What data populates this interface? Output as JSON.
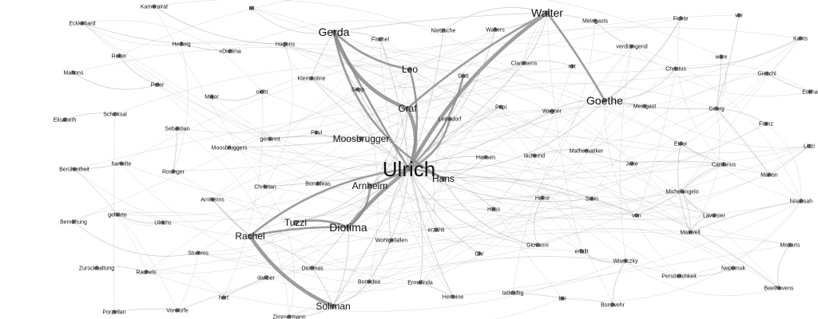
{
  "colors": {
    "background": "#ffffff",
    "edge_light": "#b8b8b8",
    "edge_heavy": "#8c8c8c",
    "node": "#777777",
    "label": "#111111"
  },
  "nodes": [
    {
      "id": "ulrich",
      "label": "Ulrich",
      "rank": 6
    },
    {
      "id": "walter",
      "label": "Walter",
      "rank": 3
    },
    {
      "id": "gerda",
      "label": "Gerda",
      "rank": 3
    },
    {
      "id": "goethe",
      "label": "Goethe",
      "rank": 3
    },
    {
      "id": "diotima",
      "label": "Diotima",
      "rank": 3
    },
    {
      "id": "rachel",
      "label": "Rachel",
      "rank": 2
    },
    {
      "id": "moosbrugger",
      "label": "Moosbrugger",
      "rank": 2
    },
    {
      "id": "graf",
      "label": "Graf",
      "rank": 2
    },
    {
      "id": "hans",
      "label": "Hans",
      "rank": 2
    },
    {
      "id": "arnheim",
      "label": "Arnheim",
      "rank": 2
    },
    {
      "id": "tuzzi",
      "label": "Tuzzi",
      "rank": 2
    },
    {
      "id": "soliman",
      "label": "Soliman",
      "rank": 2
    },
    {
      "id": "leo",
      "label": "Leo",
      "rank": 2
    },
    {
      "id": "eckkehard",
      "label": "Eckkehard",
      "rank": 0
    },
    {
      "id": "kamerairat",
      "label": "Kamerairat",
      "rank": 0
    },
    {
      "id": "ist",
      "label": "ist",
      "rank": 0
    },
    {
      "id": "meingasts",
      "label": "Meingasts",
      "rank": 0
    },
    {
      "id": "fichte",
      "label": "Fichte",
      "rank": 0
    },
    {
      "id": "vor",
      "label": "vor",
      "rank": 0
    },
    {
      "id": "hedwig",
      "label": "Hedwig",
      "rank": 0
    },
    {
      "id": "hagens",
      "label": "Hagens",
      "rank": 0
    },
    {
      "id": "fischel",
      "label": "Fischel",
      "rank": 0
    },
    {
      "id": "nietzsche",
      "label": "Nietzsche",
      "rank": 0
    },
    {
      "id": "walters",
      "label": "Walters",
      "rank": 0
    },
    {
      "id": "verdrangend",
      "label": "verdrängend",
      "rank": 0
    },
    {
      "id": "kants",
      "label": "Kants",
      "rank": 0
    },
    {
      "id": "reiter",
      "label": "Reiter",
      "rank": 0
    },
    {
      "id": "diotima2",
      "label": "»Diotima",
      "rank": 0
    },
    {
      "id": "clarissens",
      "label": "Clarissens",
      "rank": 0
    },
    {
      "id": "mit",
      "label": "mit",
      "rank": 0
    },
    {
      "id": "ware",
      "label": "wäre",
      "rank": 0
    },
    {
      "id": "mahons",
      "label": "Mahons",
      "rank": 0
    },
    {
      "id": "klementine",
      "label": "Klementine",
      "rank": 0
    },
    {
      "id": "gott",
      "label": "Gott",
      "rank": 0
    },
    {
      "id": "christus",
      "label": "Christus",
      "rank": 0
    },
    {
      "id": "gieschl",
      "label": "Gieschl",
      "rank": 0
    },
    {
      "id": "peter",
      "label": "Peter",
      "rank": 0
    },
    {
      "id": "sepp",
      "label": "Sepp",
      "rank": 0
    },
    {
      "id": "eckha",
      "label": "Eckha",
      "rank": 0
    },
    {
      "id": "major",
      "label": "Major",
      "rank": 0
    },
    {
      "id": "nicht",
      "label": "nicht",
      "rank": 0
    },
    {
      "id": "pepi",
      "label": "Pepi",
      "rank": 0
    },
    {
      "id": "wagner",
      "label": "Wagner",
      "rank": 0
    },
    {
      "id": "meingast",
      "label": "Meingast",
      "rank": 0
    },
    {
      "id": "georg",
      "label": "Georg",
      "rank": 0
    },
    {
      "id": "schicksal",
      "label": "Schicksal",
      "rank": 0
    },
    {
      "id": "leinsdorf",
      "label": "Leinsdorf",
      "rank": 0
    },
    {
      "id": "elisabeth",
      "label": "Elisabeth",
      "rank": 0
    },
    {
      "id": "franz",
      "label": "Franz",
      "rank": 0
    },
    {
      "id": "sebastian",
      "label": "Sebastian",
      "rank": 0
    },
    {
      "id": "paul",
      "label": "Paul",
      "rank": 0
    },
    {
      "id": "genannt",
      "label": "genannt",
      "rank": 0
    },
    {
      "id": "lizzi",
      "label": "Lizzi",
      "rank": 0
    },
    {
      "id": "moosbruggers",
      "label": "Moosbruggers",
      "rank": 0
    },
    {
      "id": "mathematiker",
      "label": "Mathematiker",
      "rank": 0
    },
    {
      "id": "euler",
      "label": "Euler",
      "rank": 0
    },
    {
      "id": "lacheind",
      "label": "lächeind",
      "rank": 0
    },
    {
      "id": "hansen",
      "label": "Hansen",
      "rank": 0
    },
    {
      "id": "beruhmtheit",
      "label": "Berühmtheit",
      "rank": 0
    },
    {
      "id": "hamelte",
      "label": "hamelte",
      "rank": 0
    },
    {
      "id": "rosinger",
      "label": "Rosinger",
      "rank": 0
    },
    {
      "id": "jane",
      "label": "Jane",
      "rank": 0
    },
    {
      "id": "cardanus",
      "label": "Cardanus",
      "rank": 0
    },
    {
      "id": "manon",
      "label": "Manon",
      "rank": 0
    },
    {
      "id": "bonadeas",
      "label": "Bonadeas",
      "rank": 0
    },
    {
      "id": "christian",
      "label": "Christian",
      "rank": 0
    },
    {
      "id": "arnheims",
      "label": "Arnheims",
      "rank": 0
    },
    {
      "id": "heine",
      "label": "Heine",
      "rank": 0
    },
    {
      "id": "stein",
      "label": "Stein",
      "rank": 0
    },
    {
      "id": "michelangelo",
      "label": "Michelangelo",
      "rank": 0
    },
    {
      "id": "hinabsah",
      "label": "hinabsah",
      "rank": 0
    },
    {
      "id": "gehorte",
      "label": "gehörte",
      "rank": 0
    },
    {
      "id": "ulrichs",
      "label": "Ulrichs",
      "rank": 0
    },
    {
      "id": "hass",
      "label": "Hass",
      "rank": 0
    },
    {
      "id": "von",
      "label": "von",
      "rank": 0
    },
    {
      "id": "lavoisier",
      "label": "Lavoisier",
      "rank": 0
    },
    {
      "id": "bemuhung",
      "label": "Bemühung",
      "rank": 0
    },
    {
      "id": "erzahlt",
      "label": "erzählt",
      "rank": 0
    },
    {
      "id": "maxwell",
      "label": "Maxwell",
      "rank": 0
    },
    {
      "id": "mozarts",
      "label": "Mozarts",
      "rank": 0
    },
    {
      "id": "wohlgefallen",
      "label": "Wohlgefallen",
      "rank": 0
    },
    {
      "id": "giovanni",
      "label": "Giovanni",
      "rank": 0
    },
    {
      "id": "stumms",
      "label": "Stumms",
      "rank": 0
    },
    {
      "id": "erfullt",
      "label": "erfüllt",
      "rank": 0
    },
    {
      "id": "wisniczky",
      "label": "Wisniczky",
      "rank": 0
    },
    {
      "id": "nepomuk",
      "label": "Nepomuk",
      "rank": 0
    },
    {
      "id": "zuruckhaltung",
      "label": "Zurückhaltung",
      "rank": 0
    },
    {
      "id": "diotimas",
      "label": "Diotimas",
      "rank": 0
    },
    {
      "id": "chr",
      "label": "Chr",
      "rank": 0
    },
    {
      "id": "rachels",
      "label": "Rachels",
      "rank": 0
    },
    {
      "id": "personlichkeit",
      "label": "Persönlichkeit",
      "rank": 0
    },
    {
      "id": "dariber",
      "label": "dariber",
      "rank": 0
    },
    {
      "id": "bonadea",
      "label": "Bonadea",
      "rank": 0
    },
    {
      "id": "ermelinda",
      "label": "Ermelinda",
      "rank": 0
    },
    {
      "id": "beethovens",
      "label": "Beethovens",
      "rank": 0
    },
    {
      "id": "tatkraftig",
      "label": "tatkräftig",
      "rank": 0
    },
    {
      "id": "hort",
      "label": "hört",
      "rank": 0
    },
    {
      "id": "hermine",
      "label": "Hermine",
      "rank": 0
    },
    {
      "id": "bei",
      "label": "bei",
      "rank": 0
    },
    {
      "id": "vorwurfe",
      "label": "Vorwürfe",
      "rank": 0
    },
    {
      "id": "bordwehr",
      "label": "Bordwehr",
      "rank": 0
    },
    {
      "id": "porzellan",
      "label": "Porzellan",
      "rank": 0
    },
    {
      "id": "zimmermann",
      "label": "Zimmermann",
      "rank": 0
    }
  ],
  "edges": [
    [
      "ulrich",
      "walter",
      3
    ],
    [
      "ulrich",
      "gerda",
      2
    ],
    [
      "ulrich",
      "diotima",
      3
    ],
    [
      "ulrich",
      "rachel",
      2
    ],
    [
      "ulrich",
      "graf",
      3
    ],
    [
      "ulrich",
      "hans",
      2
    ],
    [
      "ulrich",
      "arnheim",
      2
    ],
    [
      "ulrich",
      "moosbrugger",
      1
    ],
    [
      "ulrich",
      "leo",
      2
    ],
    [
      "ulrich",
      "goethe",
      1
    ],
    [
      "ulrich",
      "tuzzi",
      1
    ],
    [
      "ulrich",
      "soliman",
      1
    ],
    [
      "ulrich",
      "clarissens",
      1
    ],
    [
      "ulrich",
      "gott",
      2
    ],
    [
      "ulrich",
      "leinsdorf",
      2
    ],
    [
      "ulrich",
      "pepi",
      1
    ],
    [
      "ulrich",
      "sepp",
      1
    ],
    [
      "ulrich",
      "nietzsche",
      1
    ],
    [
      "ulrich",
      "stein",
      1
    ],
    [
      "ulrich",
      "giovanni",
      1
    ],
    [
      "ulrich",
      "bonadea",
      1
    ],
    [
      "ulrich",
      "christian",
      1
    ],
    [
      "ulrich",
      "hermine",
      1
    ],
    [
      "ulrich",
      "chr",
      1
    ],
    [
      "ulrich",
      "wohlgefallen",
      1
    ],
    [
      "ulrich",
      "ermelinda",
      1
    ],
    [
      "ulrich",
      "klementine",
      1
    ],
    [
      "ulrich",
      "fischel",
      1
    ],
    [
      "ulrich",
      "walters",
      1
    ],
    [
      "ulrich",
      "bonadeas",
      1
    ],
    [
      "ulrich",
      "hansen",
      1
    ],
    [
      "ulrich",
      "erzahlt",
      1
    ],
    [
      "ulrich",
      "wagner",
      1
    ],
    [
      "gerda",
      "leo",
      2
    ],
    [
      "gerda",
      "graf",
      3
    ],
    [
      "gerda",
      "fischel",
      1
    ],
    [
      "gerda",
      "walter",
      1
    ],
    [
      "gerda",
      "klementine",
      1
    ],
    [
      "gerda",
      "sepp",
      1
    ],
    [
      "gerda",
      "hans",
      2
    ],
    [
      "walter",
      "clarissens",
      1
    ],
    [
      "walter",
      "goethe",
      2
    ],
    [
      "walter",
      "graf",
      2
    ],
    [
      "walter",
      "leinsdorf",
      1
    ],
    [
      "walter",
      "nietzsche",
      1
    ],
    [
      "walter",
      "walters",
      1
    ],
    [
      "walter",
      "meingasts",
      1
    ],
    [
      "diotima",
      "rachel",
      2
    ],
    [
      "diotima",
      "tuzzi",
      2
    ],
    [
      "diotima",
      "arnheim",
      2
    ],
    [
      "diotima",
      "soliman",
      1
    ],
    [
      "diotima",
      "diotimas",
      1
    ],
    [
      "diotima",
      "graf",
      1
    ],
    [
      "rachel",
      "soliman",
      3
    ],
    [
      "rachel",
      "tuzzi",
      1
    ],
    [
      "rachel",
      "diotimas",
      1
    ],
    [
      "rachel",
      "arnheims",
      1
    ],
    [
      "soliman",
      "diotimas",
      1
    ],
    [
      "soliman",
      "bonadea",
      1
    ],
    [
      "arnheim",
      "graf",
      1
    ],
    [
      "arnheim",
      "tuzzi",
      1
    ],
    [
      "goethe",
      "meingast",
      1
    ],
    [
      "goethe",
      "georg",
      1
    ],
    [
      "goethe",
      "wagner",
      1
    ],
    [
      "goethe",
      "christus",
      1
    ],
    [
      "georg",
      "franz",
      1
    ],
    [
      "georg",
      "manon",
      1
    ],
    [
      "euler",
      "cardanus",
      1
    ],
    [
      "cardanus",
      "michelangelo",
      1
    ],
    [
      "michelangelo",
      "lavoisier",
      1
    ],
    [
      "michelangelo",
      "maxwell",
      1
    ],
    [
      "michelangelo",
      "von",
      1
    ],
    [
      "cardanus",
      "jane",
      1
    ],
    [
      "euler",
      "maxwell",
      1
    ],
    [
      "lavoisier",
      "maxwell",
      1
    ],
    [
      "moosbrugger",
      "paul",
      1
    ],
    [
      "moosbrugger",
      "moosbruggers",
      1
    ],
    [
      "moosbrugger",
      "genannt",
      1
    ],
    [
      "hans",
      "hansen",
      1
    ],
    [
      "hans",
      "giovanni",
      1
    ],
    [
      "hans",
      "stein",
      1
    ],
    [
      "stein",
      "von",
      1
    ],
    [
      "mathematiker",
      "jane",
      1
    ],
    [
      "wisniczky",
      "bordwehr",
      1
    ],
    [
      "erfullt",
      "wisniczky",
      1
    ],
    [
      "kants",
      "christus",
      1
    ],
    [
      "ware",
      "georg",
      1
    ],
    [
      "hedwig",
      "diotima2",
      1
    ],
    [
      "reiter",
      "peter",
      1
    ],
    [
      "mahons",
      "peter",
      1
    ],
    [
      "elisabeth",
      "schicksal",
      1
    ],
    [
      "sebastian",
      "rosinger",
      1
    ],
    [
      "beruhmtheit",
      "hamelte",
      1
    ],
    [
      "gehorte",
      "ulrichs",
      1
    ],
    [
      "bemuhung",
      "stumms",
      1
    ],
    [
      "zuruckhaltung",
      "rachels",
      1
    ],
    [
      "hort",
      "dariber",
      1
    ],
    [
      "vorwurfe",
      "porzellan",
      1
    ],
    [
      "zimmermann",
      "soliman",
      1
    ],
    [
      "mozarts",
      "beethovens",
      1
    ],
    [
      "nepomuk",
      "personlichkeit",
      1
    ],
    [
      "tatkraftig",
      "bei",
      1
    ],
    [
      "eckkehard",
      "hedwig",
      1
    ],
    [
      "kamerairat",
      "hagens",
      1
    ],
    [
      "ist",
      "gerda",
      1
    ],
    [
      "fichte",
      "goethe",
      1
    ],
    [
      "vor",
      "georg",
      1
    ],
    [
      "gieschl",
      "eckha",
      1
    ],
    [
      "mit",
      "clarissens",
      1
    ],
    [
      "major",
      "nicht",
      1
    ],
    [
      "verdrangend",
      "meingasts",
      1
    ],
    [
      "lizzi",
      "manon",
      1
    ],
    [
      "hinabsah",
      "maxwell",
      1
    ],
    [
      "hass",
      "ulrich",
      1
    ],
    [
      "heine",
      "giovanni",
      1
    ],
    [
      "lacheind",
      "mathematiker",
      1
    ],
    [
      "ermelinda",
      "hermine",
      1
    ],
    [
      "arnheims",
      "rachel",
      1
    ]
  ]
}
